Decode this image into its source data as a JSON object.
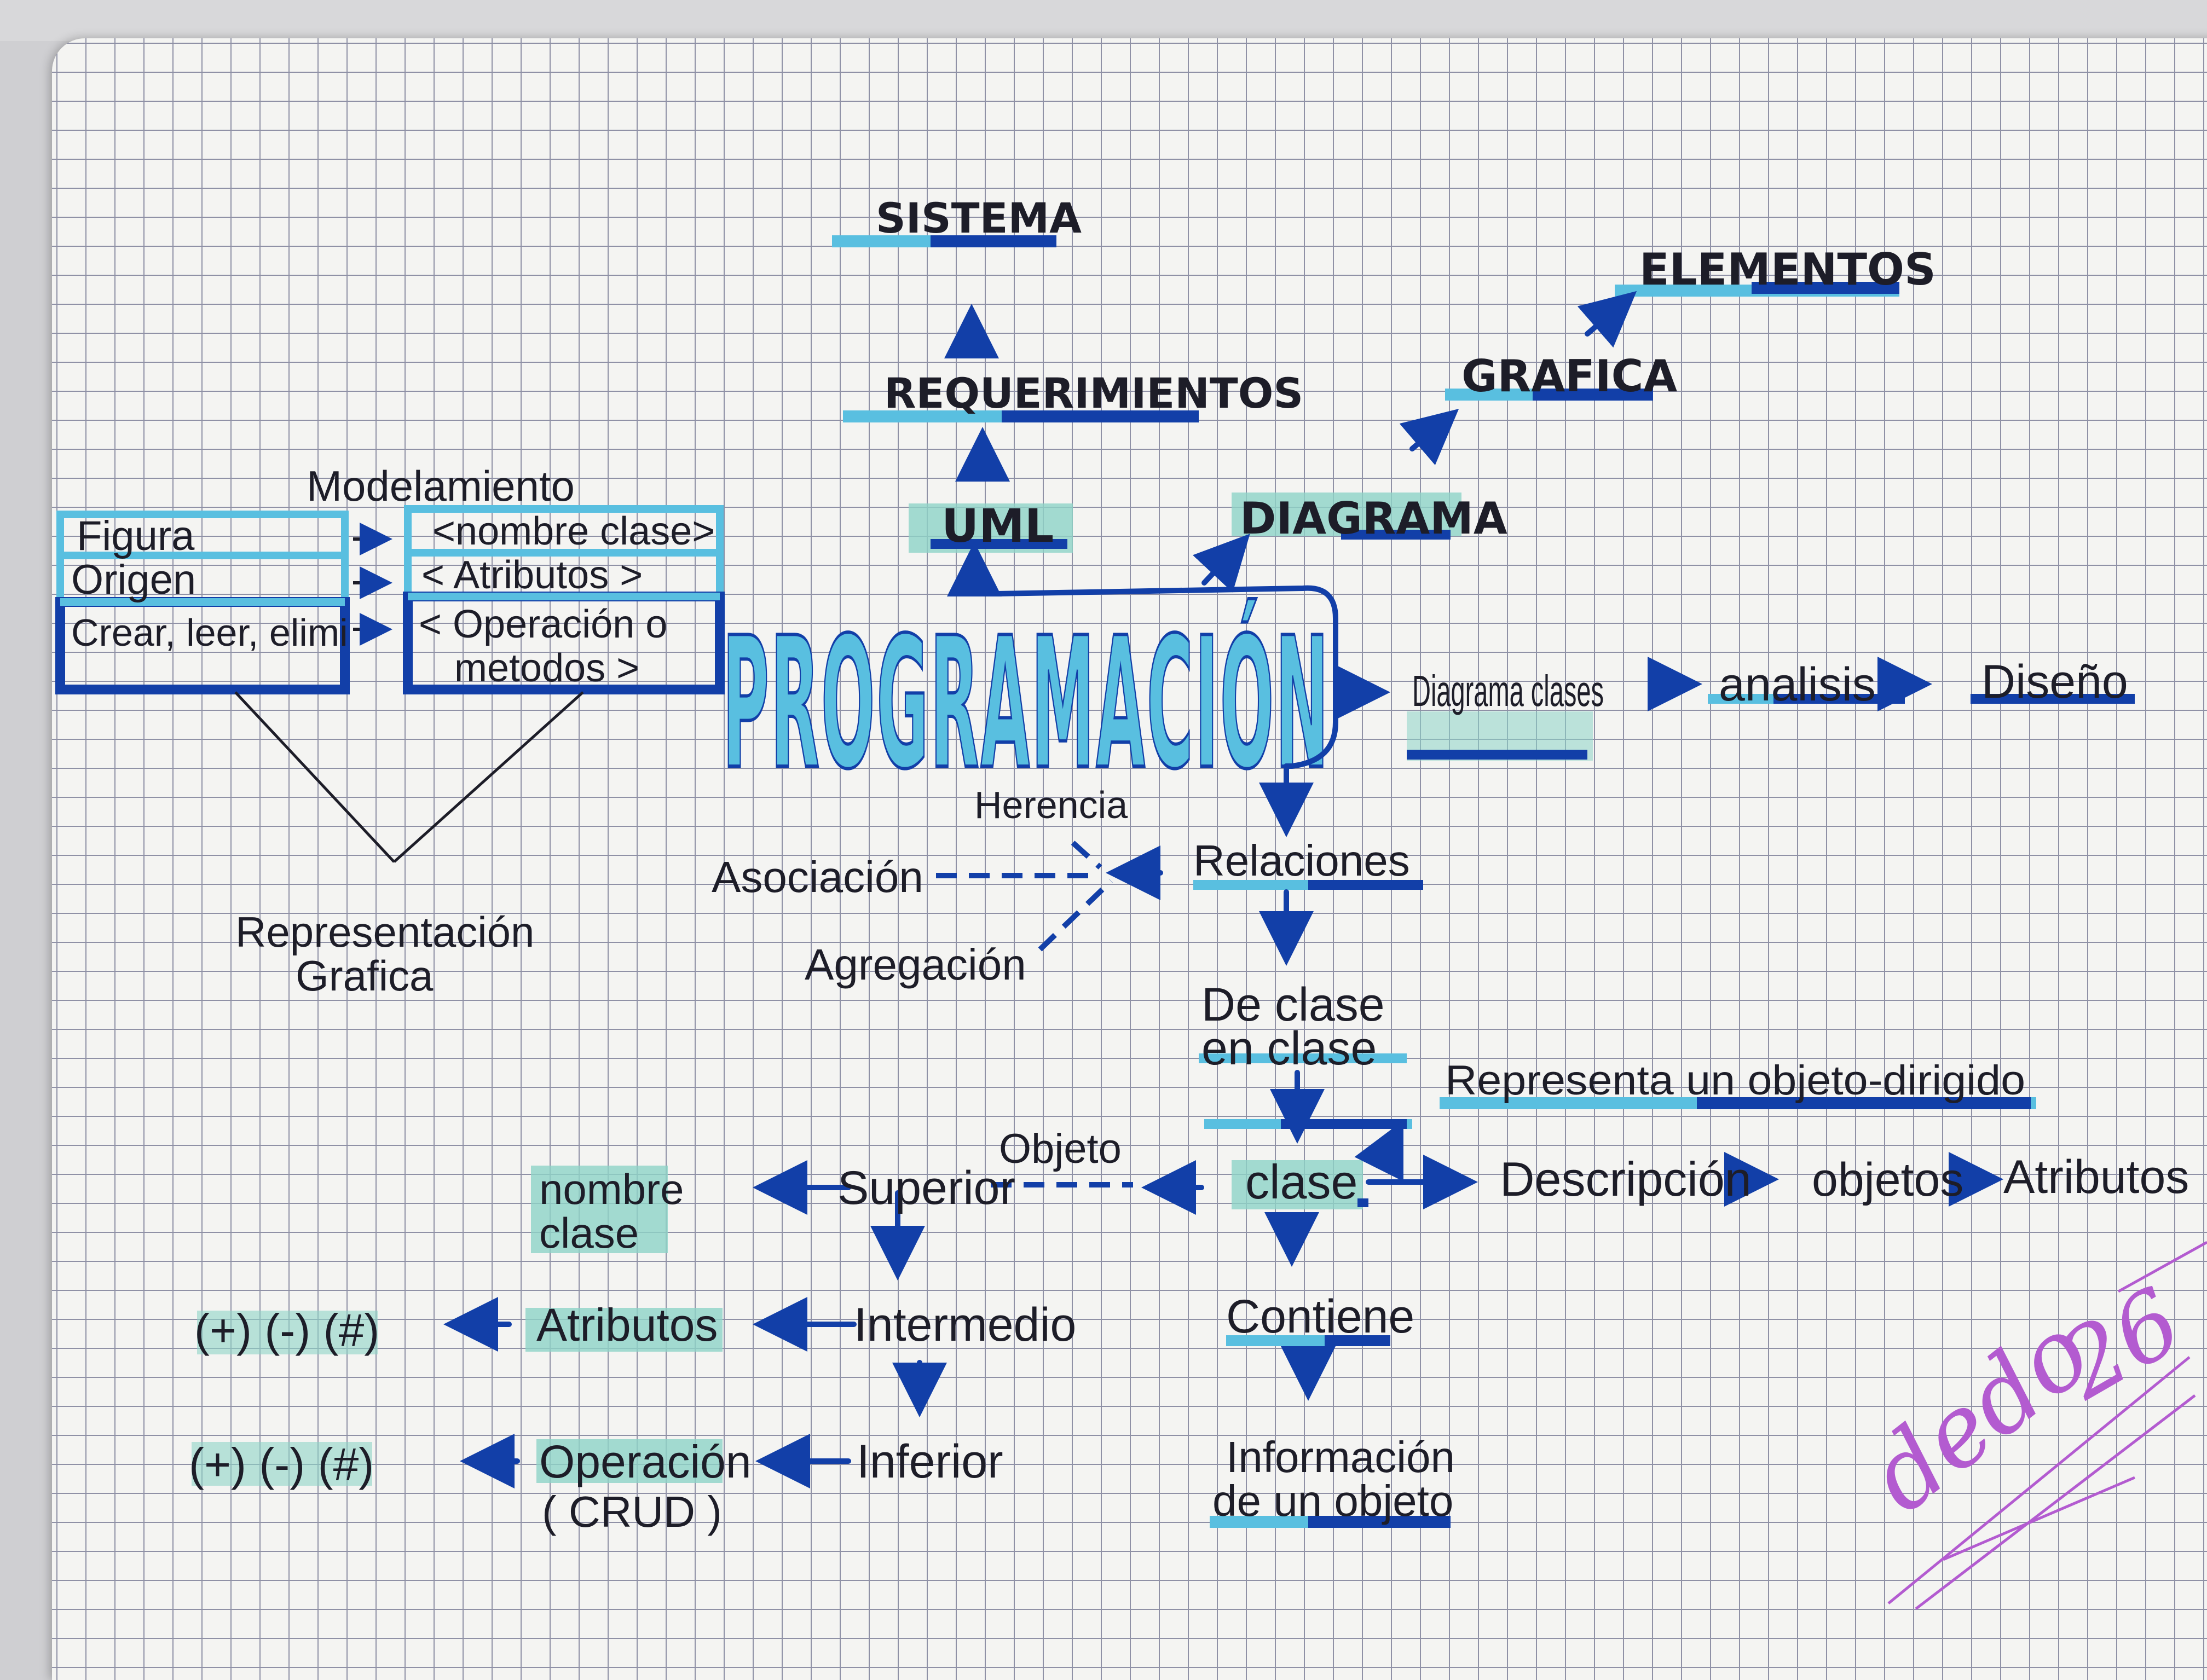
{
  "center": "PROGRAMACIÓN",
  "top_branch": [
    "UML",
    "REQUERIMIENTOS",
    "SISTEMA"
  ],
  "diagram_branch": [
    "DIAGRAMA",
    "GRAFICA",
    "ELEMENTOS"
  ],
  "right_branch": [
    "Diagrama clases",
    "analisis",
    "Diseño"
  ],
  "left_panel": {
    "heading": "Modelamiento",
    "left_rows": [
      "Figura",
      "Origen",
      "Crear, leer, elimi"
    ],
    "right_rows": [
      "<nombre clase>",
      "< Atributos >",
      "< Operación o",
      "metodos >"
    ],
    "caption": [
      "Representación",
      "Grafica"
    ]
  },
  "relations": {
    "root": "Relaciones",
    "types": [
      "Herencia",
      "Asociación",
      "Agregación"
    ]
  },
  "chain": [
    "De clase",
    "en clase",
    "clase",
    "Contiene",
    "Información",
    "de un objeto"
  ],
  "side_note": "Representa un objeto-dirigido",
  "descr_chain": [
    "Descripción",
    "objetos",
    "Atributos"
  ],
  "levels": {
    "objeto": "Objeto",
    "superior": "Superior",
    "nombre_clase": [
      "nombre",
      "clase"
    ],
    "intermedio": "Intermedio",
    "atributos": "Atributos",
    "inferior": "Inferior",
    "operacion": [
      "Operación",
      "( CRUD )"
    ],
    "visibility_1": "(+) (-) (#)",
    "visibility_2": "(+) (-) (#)"
  },
  "signature": [
    "dedo",
    "26"
  ],
  "colors": {
    "dark_blue": "#123fa8",
    "light_blue": "#59bfe0",
    "aqua": "#8dd3c7",
    "ink": "#1d1d28",
    "signature": "#b35bd0"
  }
}
